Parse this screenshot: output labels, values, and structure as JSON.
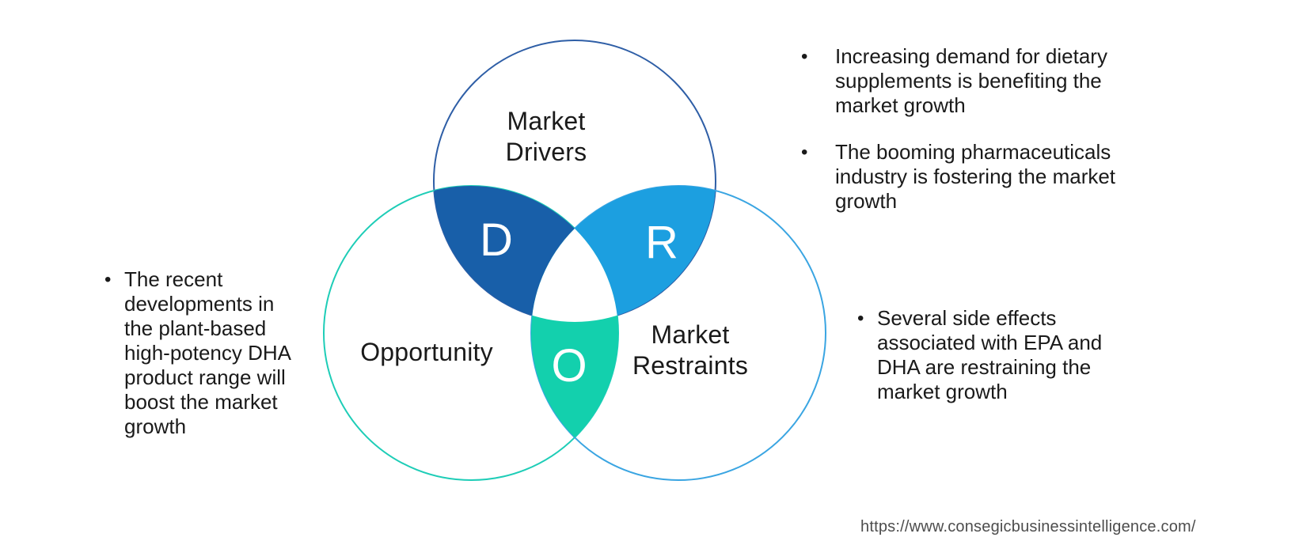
{
  "venn": {
    "drivers": {
      "label": "Market\nDrivers",
      "letter": "D"
    },
    "opportunity": {
      "label": "Opportunity",
      "letter": "O"
    },
    "restraints": {
      "label": "Market\nRestraints",
      "letter": "R"
    }
  },
  "colors": {
    "drivers_fill": "#185fa9",
    "restraints_fill": "#1c9fe0",
    "opportunity_fill": "#13d0ad",
    "drivers_stroke": "#2e5ea6",
    "opportunity_stroke": "#1ecdb7",
    "restraints_stroke": "#3aa5e2",
    "center_fill": "#ffffff",
    "text": "#1a1a1a",
    "url_text": "#4d4d4d"
  },
  "bullets": {
    "left": [
      "The recent developments in the plant-based high-potency DHA product range will boost the market growth"
    ],
    "top_right": [
      "Increasing demand for dietary supplements is benefiting the market growth",
      "The booming pharmaceuticals industry is fostering the market growth"
    ],
    "right": [
      "Several side effects associated with EPA and DHA are restraining the market growth"
    ]
  },
  "footer": {
    "url": "https://www.consegicbusinessintelligence.com/"
  }
}
